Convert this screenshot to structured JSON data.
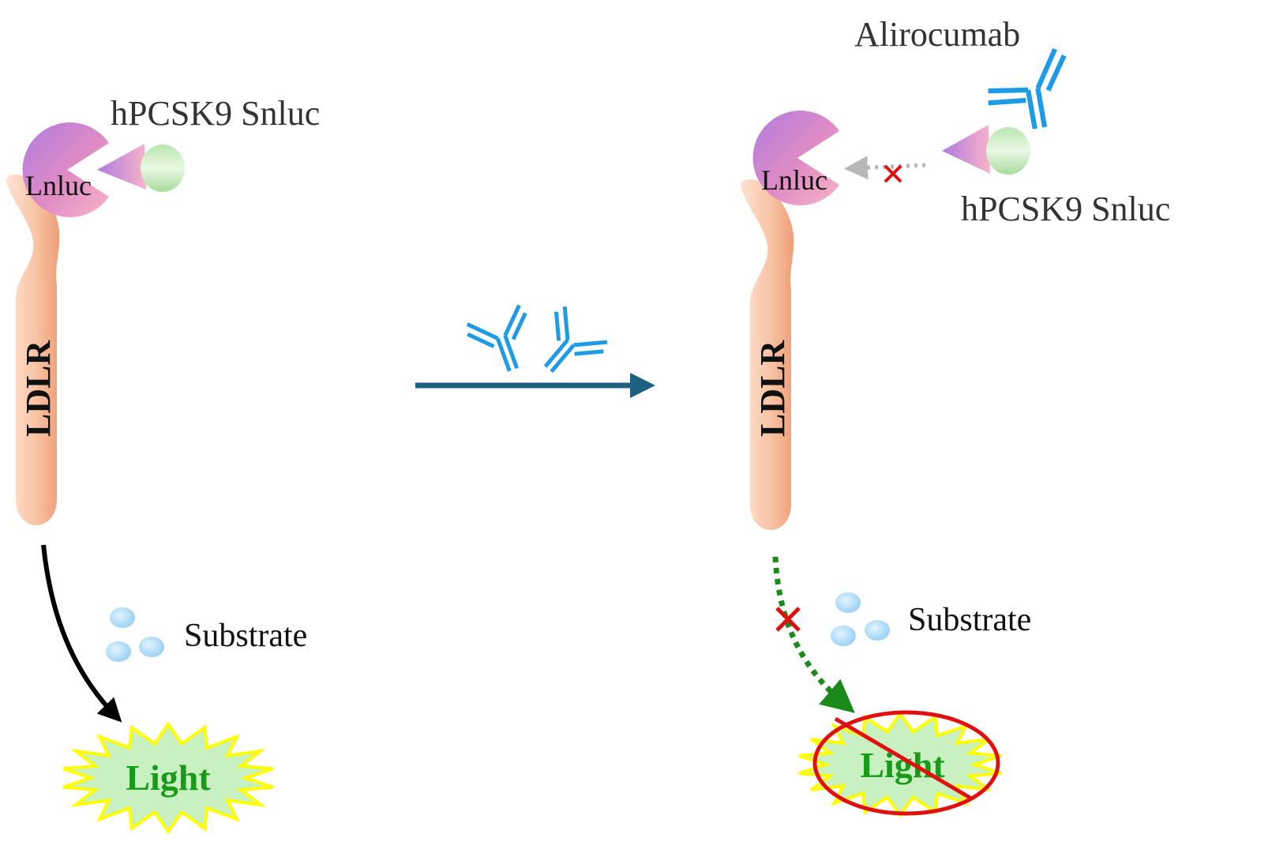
{
  "colors": {
    "antibody": "#1e9be6",
    "process_arrow": "#1f5f80",
    "blocked_x": "#e01010",
    "light_text": "#1a9a1a",
    "starburst_fill": "#c8f0c0",
    "starburst_edge": "#ffff00",
    "receptor": "#f4b08c",
    "substrate": "#9fd4f5"
  },
  "left_panel": {
    "snluc_label": "hPCSK9 Snluc",
    "lnluc_label": "Lnluc",
    "receptor_label": "LDLR",
    "substrate_label": "Substrate",
    "light_label": "Light"
  },
  "right_panel": {
    "antibody_label": "Alirocumab",
    "snluc_label": "hPCSK9 Snluc",
    "lnluc_label": "Lnluc",
    "receptor_label": "LDLR",
    "substrate_label": "Substrate",
    "light_label": "Light"
  }
}
